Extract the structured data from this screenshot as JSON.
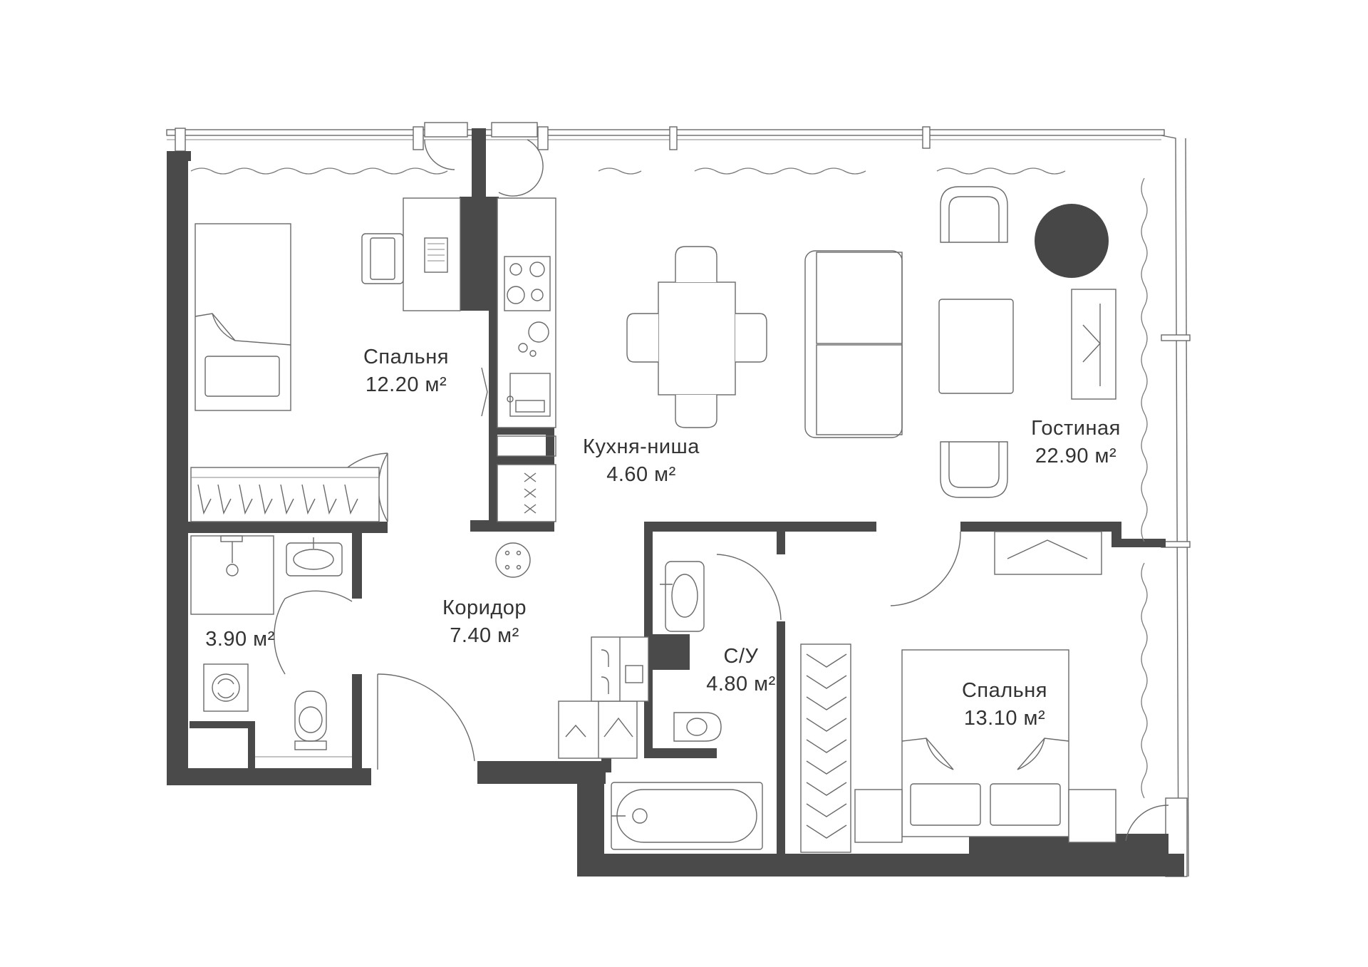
{
  "rooms": {
    "bedroom1": {
      "name": "Спальня",
      "area": "12.20 м²"
    },
    "kitchen": {
      "name": "Кухня-ниша",
      "area": "4.60 м²"
    },
    "living": {
      "name": "Гостиная",
      "area": "22.90 м²"
    },
    "bathroom1": {
      "area": "3.90 м²"
    },
    "corridor": {
      "name": "Коридор",
      "area": "7.40 м²"
    },
    "bathroom2": {
      "name": "С/У",
      "area": "4.80 м²"
    },
    "bedroom2": {
      "name": "Спальня",
      "area": "13.10 м²"
    }
  },
  "colors": {
    "wall": "#4a4a4a",
    "line": "#6a6a6a",
    "text": "#333333",
    "background": "#ffffff"
  }
}
